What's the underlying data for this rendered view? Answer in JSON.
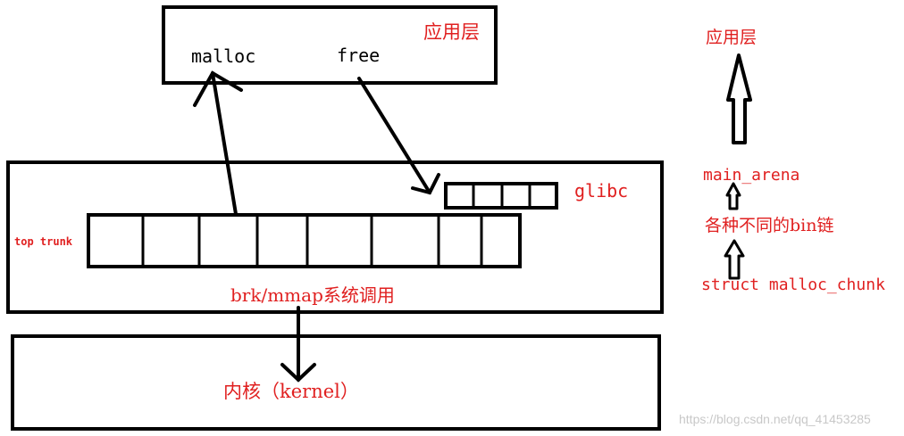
{
  "colors": {
    "accent": "#e02020",
    "stroke": "#000000",
    "watermark": "#c8c8c8"
  },
  "app_layer": {
    "title": "应用层",
    "malloc": "malloc",
    "free": "free"
  },
  "glibc_layer": {
    "label": "glibc",
    "top_trunk": "top trunk",
    "syscall": "brk/mmap系统调用"
  },
  "kernel_layer": {
    "label": "内核（kernel）"
  },
  "legend": {
    "items": [
      "应用层",
      "main_arena",
      "各种不同的bin链",
      "struct malloc_chunk"
    ]
  },
  "watermark": "https://blog.csdn.net/qq_41453285"
}
